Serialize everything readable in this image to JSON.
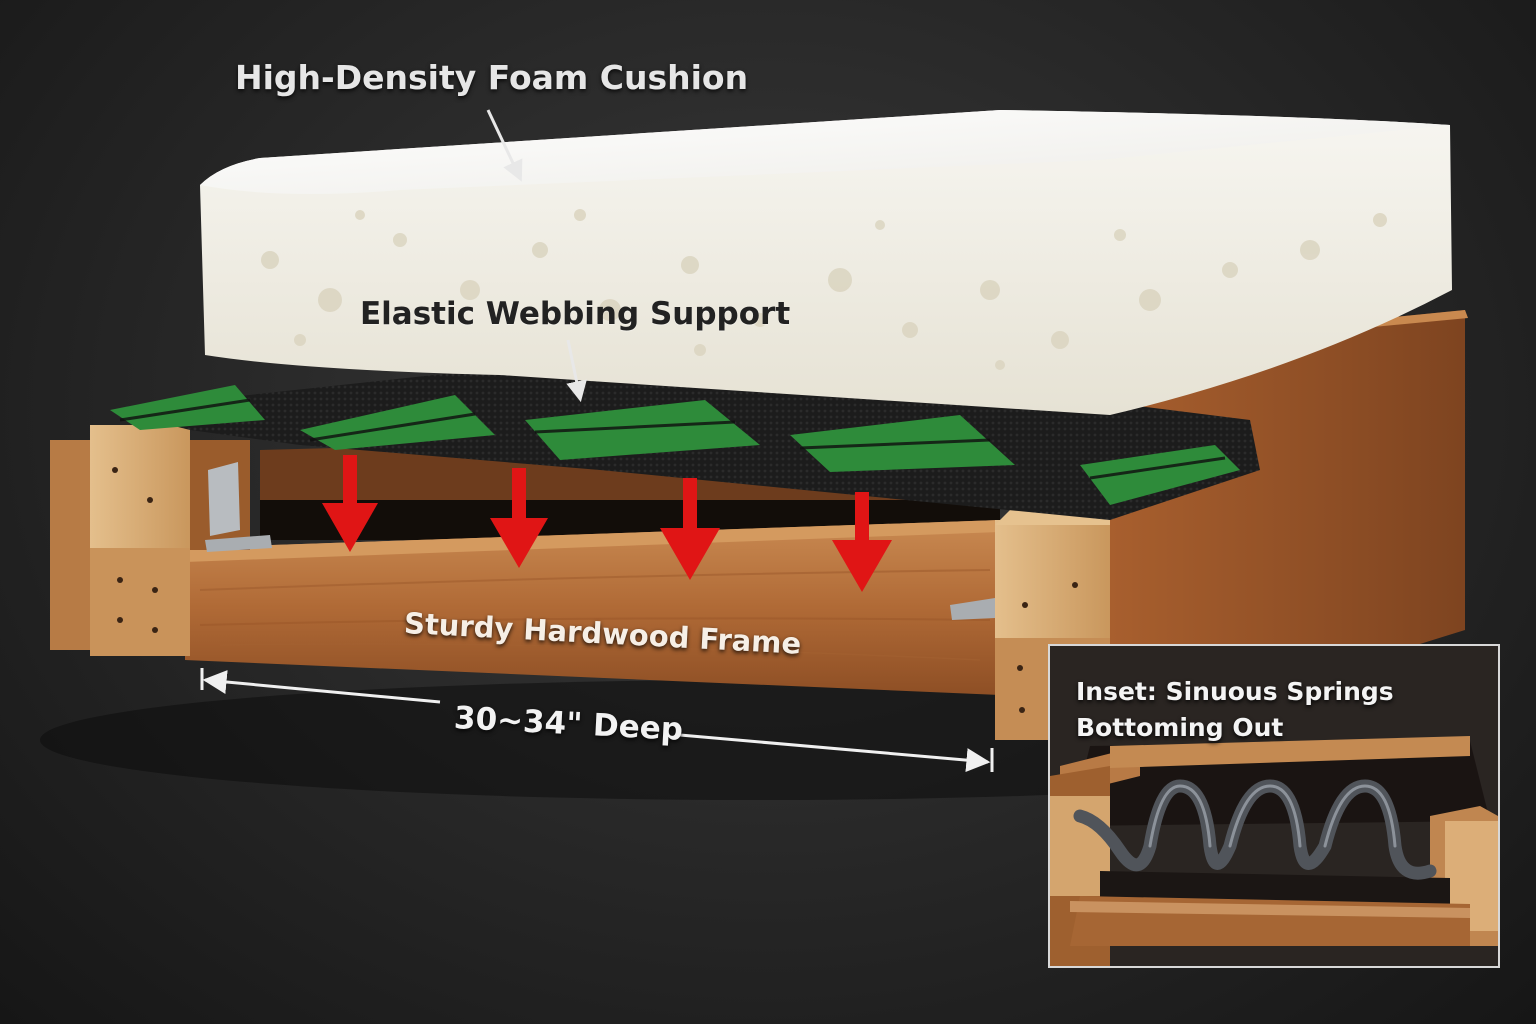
{
  "labels": {
    "foam": "High-Density Foam Cushion",
    "webbing": "Elastic Webbing Support",
    "frame": "Sturdy Hardwood Frame",
    "depth": "30~34\" Deep"
  },
  "inset": {
    "line1": "Inset: Sinuous Springs",
    "line2": "Bottoming Out"
  },
  "colors": {
    "foam": "#f2f0e8",
    "webbing_black": "#1c1c1c",
    "webbing_green": "#2e8b3a",
    "wood": "#b8743f",
    "arrow_red": "#e01515",
    "spring": "#4a4d52"
  },
  "icons": [
    "down-arrow-icon",
    "leader-arrow-icon",
    "dimension-arrow-icon"
  ]
}
